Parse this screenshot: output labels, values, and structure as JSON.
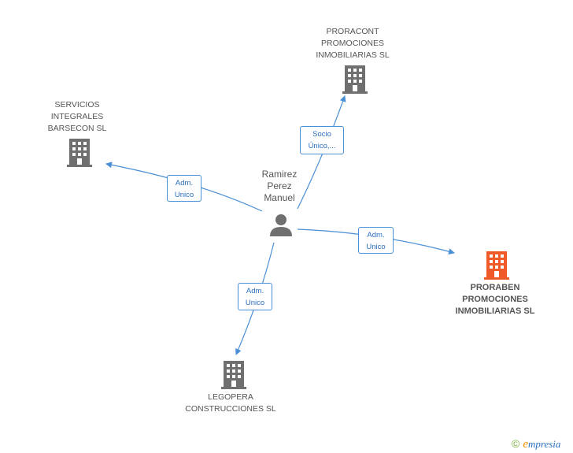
{
  "colors": {
    "edge": "#4a8fd6",
    "building": "#6f6f6f",
    "building_focus": "#f05a28",
    "person": "#6f6f6f"
  },
  "person": {
    "name_lines": [
      "Ramirez",
      "Perez",
      "Manuel"
    ],
    "icon": "person-icon"
  },
  "companies": {
    "proracont": {
      "lines": [
        "PRORACONT",
        "PROMOCIONES",
        "INMOBILIARIAS SL"
      ],
      "icon": "building-icon"
    },
    "servicios": {
      "lines": [
        "SERVICIOS",
        "INTEGRALES",
        "BARSECON SL"
      ],
      "icon": "building-icon"
    },
    "proraben": {
      "lines": [
        "PRORABEN",
        "PROMOCIONES",
        "INMOBILIARIAS SL"
      ],
      "icon": "building-icon"
    },
    "legopera": {
      "lines": [
        "LEGOPERA",
        "CONSTRUCCIONES SL"
      ],
      "icon": "building-icon"
    }
  },
  "relations": {
    "to_proracont": [
      "Socio",
      "Único,..."
    ],
    "to_servicios": [
      "Adm.",
      "Unico"
    ],
    "to_proraben": [
      "Adm.",
      "Unico"
    ],
    "to_legopera": [
      "Adm.",
      "Unico"
    ]
  },
  "brand": {
    "copyright": "©",
    "logo_initial": "e",
    "logo_rest": "mpresia"
  }
}
